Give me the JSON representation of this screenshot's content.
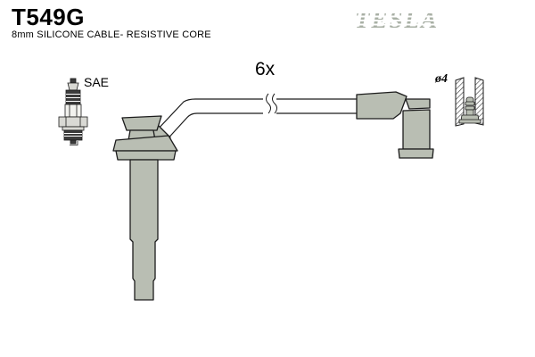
{
  "header": {
    "part_number": "T549G",
    "subtitle": "8mm SILICONE CABLE- RESISTIVE CORE"
  },
  "brand": {
    "logo_text": "TESLA"
  },
  "diagram": {
    "connector_standard_label": "SAE",
    "quantity_label": "6x",
    "terminal_diameter_label": "ø4",
    "icons": {
      "spark_plug": "spark-plug-icon",
      "cable": "ignition-cable-drawing",
      "plug_boot": "plug-boot-drawing",
      "coil_boot": "coil-boot-drawing",
      "terminal_section": "terminal-cross-section-icon"
    }
  },
  "colors": {
    "part_fill": "#b9beb3",
    "part_dark": "#3c3c3c",
    "ceramic_light": "#f2f2ee",
    "metal_mid": "#d9d9d4",
    "outline": "#1c1c1c",
    "logo_gray": "#a9b0a5",
    "background": "#ffffff",
    "text": "#000000"
  }
}
